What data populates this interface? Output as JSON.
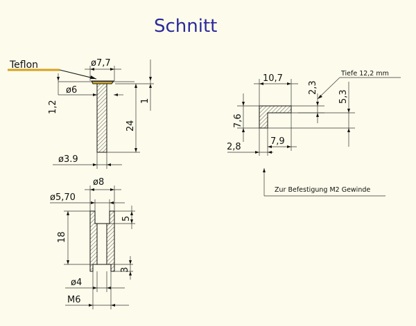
{
  "title": "Schnitt",
  "labels": {
    "teflon": "Teflon",
    "tiefe": "Tiefe 12,2 mm",
    "befestigung": "Zur Befestigung M2 Gewinde"
  },
  "dims": {
    "d_7_7": "ø7,7",
    "d_6": "ø6",
    "h_1_2": "1,2",
    "h_1": "1",
    "h_24": "24",
    "d_3_9": "ø3.9",
    "d_8": "ø8",
    "d_5_70": "ø5,70",
    "h_5": "5",
    "h_18": "18",
    "h_3": "3",
    "d_4": "ø4",
    "m6": "M6",
    "w_10_7": "10,7",
    "h_2_3": "2,3",
    "h_5_3": "5,3",
    "h_7_6": "7,6",
    "w_2_8": "2,8",
    "w_7_9": "7,9"
  },
  "colors": {
    "background": "#fdfbeb",
    "title": "#2a2a9c",
    "teflon_leader": "#d4a21c"
  }
}
